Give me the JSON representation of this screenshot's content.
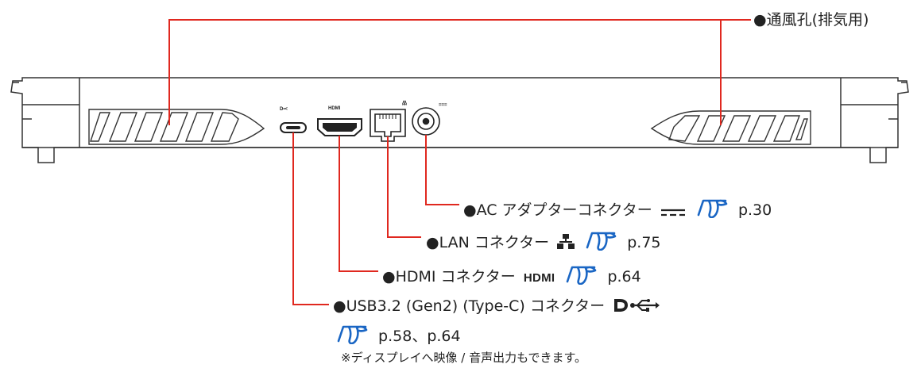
{
  "labels": {
    "vent": "●通風孔(排気用)",
    "ac": "●AC アダプターコネクター",
    "ac_page": "p.30",
    "lan": "●LAN コネクター",
    "lan_page": "p.75",
    "hdmi": "●HDMI コネクター",
    "hdmi_symbol": "HDMI",
    "hdmi_page": "p.64",
    "usb": "●USB3.2 (Gen2) (Type-C) コネクター",
    "usb_pages": "p.58、p.64",
    "usb_note": "※ディスプレイへ映像 / 音声出力もできます。"
  },
  "port_marks": {
    "usb_icon_label": "D•<",
    "hdmi_label": "HDMI",
    "dc_label": "===",
    "lan_label": "品"
  },
  "icons": {
    "reference": "pointing-hand-icon",
    "dc": "dc-power-icon",
    "lan": "lan-icon",
    "usb": "usb-displayport-icon"
  },
  "colors": {
    "callout_line": "#e0281f",
    "hand_icon": "#1a66c4",
    "outline": "#333333"
  }
}
